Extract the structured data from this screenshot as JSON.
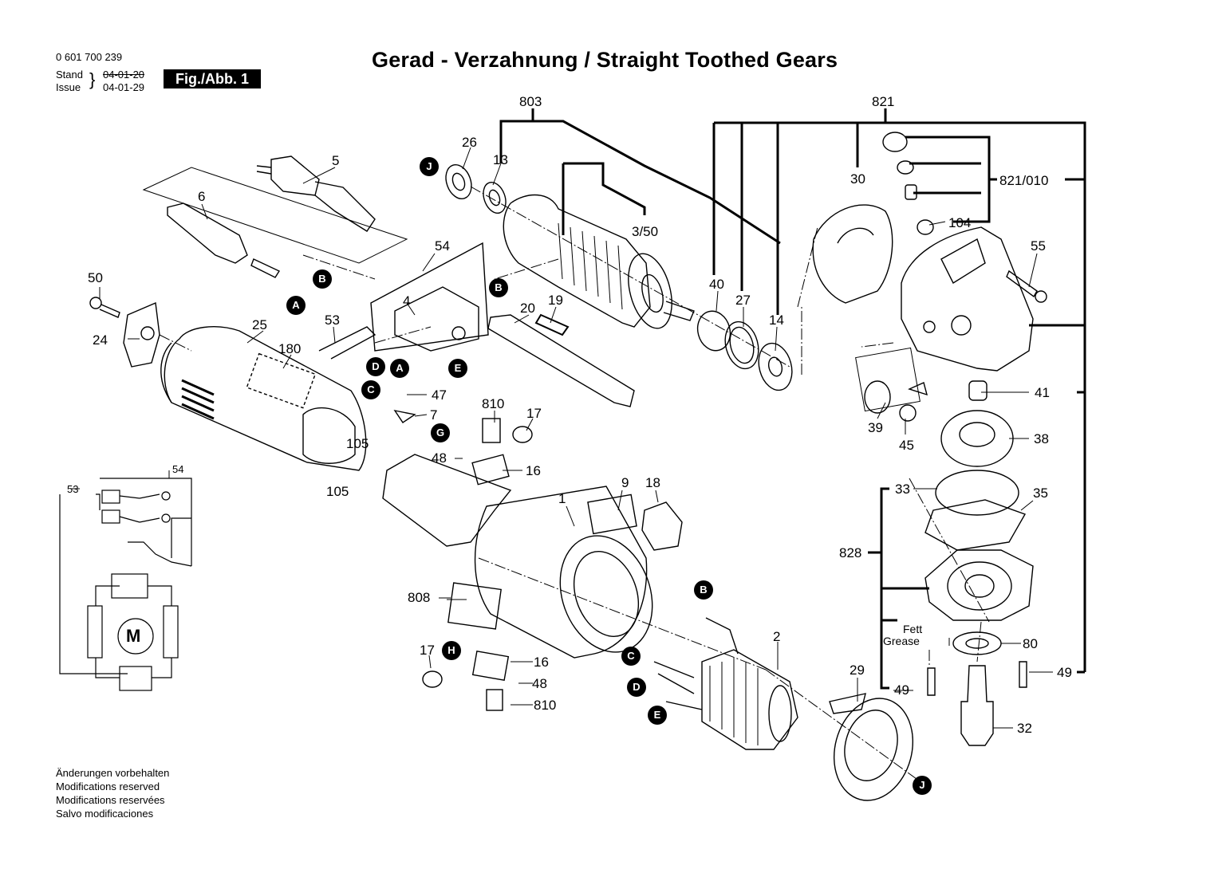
{
  "header": {
    "part_number": "0 601 700 239",
    "stand_label": "Stand",
    "stand_date": "04-01-20",
    "issue_label": "Issue",
    "issue_date": "04-01-29",
    "fig_label": "Fig./Abb. 1",
    "title": "Gerad - Verzahnung / Straight Toothed Gears"
  },
  "part_labels": {
    "p803": "803",
    "p821": "821",
    "p26": "26",
    "p13": "13",
    "p5": "5",
    "p6": "6",
    "p30": "30",
    "p821_010": "821/010",
    "p350": "3/50",
    "p104": "104",
    "p54": "54",
    "p55": "55",
    "p50": "50",
    "p4": "4",
    "p20": "20",
    "p19": "19",
    "p40": "40",
    "p27": "27",
    "p53": "53",
    "p25": "25",
    "p24": "24",
    "p180": "180",
    "p14": "14",
    "p47": "47",
    "p41": "41",
    "p7": "7",
    "p810a": "810",
    "p17a": "17",
    "p39": "39",
    "p45": "45",
    "p38": "38",
    "p105a": "105",
    "p48a": "48",
    "p16a": "16",
    "p105b": "105",
    "p54b": "54",
    "p53b": "53",
    "p9": "9",
    "p18": "18",
    "p33": "33",
    "p35": "35",
    "p1": "1",
    "p828": "828",
    "p808": "808",
    "p2": "2",
    "p80": "80",
    "p29": "29",
    "p17b": "17",
    "p16b": "16",
    "p48b": "48",
    "p810b": "810",
    "p49a": "49",
    "p49b": "49",
    "p32": "32",
    "fett": "Fett",
    "grease": "Grease"
  },
  "connector_badges": {
    "J1": "J",
    "B1": "B",
    "A1": "A",
    "B2": "B",
    "C1": "C",
    "D1": "D",
    "A2": "A",
    "E1": "E",
    "G1": "G",
    "H1": "H",
    "B3": "B",
    "C2": "C",
    "D2": "D",
    "E2": "E",
    "J2": "J"
  },
  "motor_symbol": "M",
  "footer": {
    "line1": "Änderungen vorbehalten",
    "line2": "Modifications reserved",
    "line3": "Modifications reservées",
    "line4": "Salvo modificaciones"
  }
}
